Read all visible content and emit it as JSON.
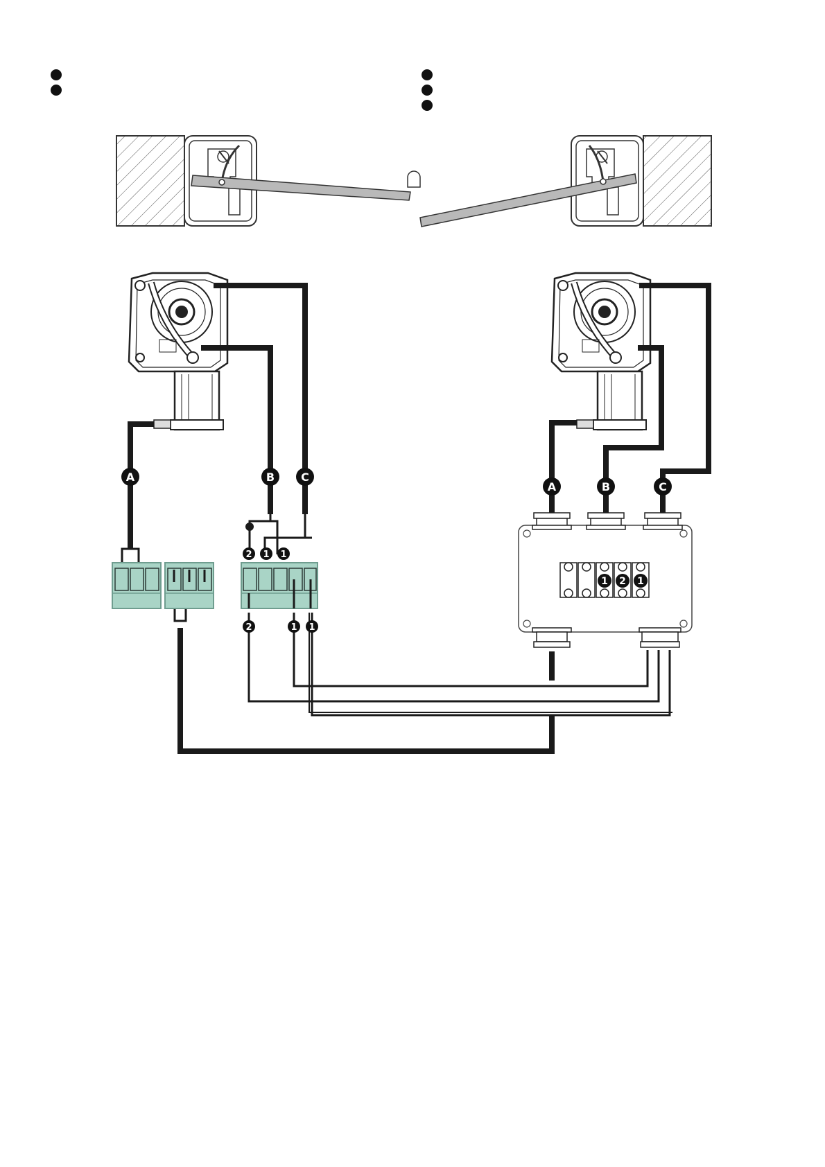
{
  "title": "",
  "colors": {
    "ink": "#111111",
    "wire": "#1a1a1a",
    "terminal_fill": "#a9d4c6",
    "terminal_stroke": "#6f9d8f",
    "barrier_fill": "#b9b9b9",
    "hatch": "#555555",
    "badge": "#111111",
    "badge_text": "#ffffff"
  },
  "legend_left": {
    "bullets": 2
  },
  "legend_right": {
    "bullets": 3
  },
  "cable_labels": {
    "left": [
      "A",
      "B",
      "C"
    ],
    "right": [
      "A",
      "B",
      "C"
    ]
  },
  "terminal_markers": {
    "left_top": [
      "2",
      "1",
      "1"
    ],
    "left_bottom": [
      "2",
      "1",
      "1"
    ],
    "junction_box": [
      "1",
      "2",
      "1"
    ]
  },
  "icons": {
    "photocell": "photocell-icon",
    "gearmotor": "gearmotor-icon",
    "junction_box": "junction-box-icon",
    "gate_leaf": "gate-leaf-icon",
    "pillar": "pillar-icon"
  }
}
